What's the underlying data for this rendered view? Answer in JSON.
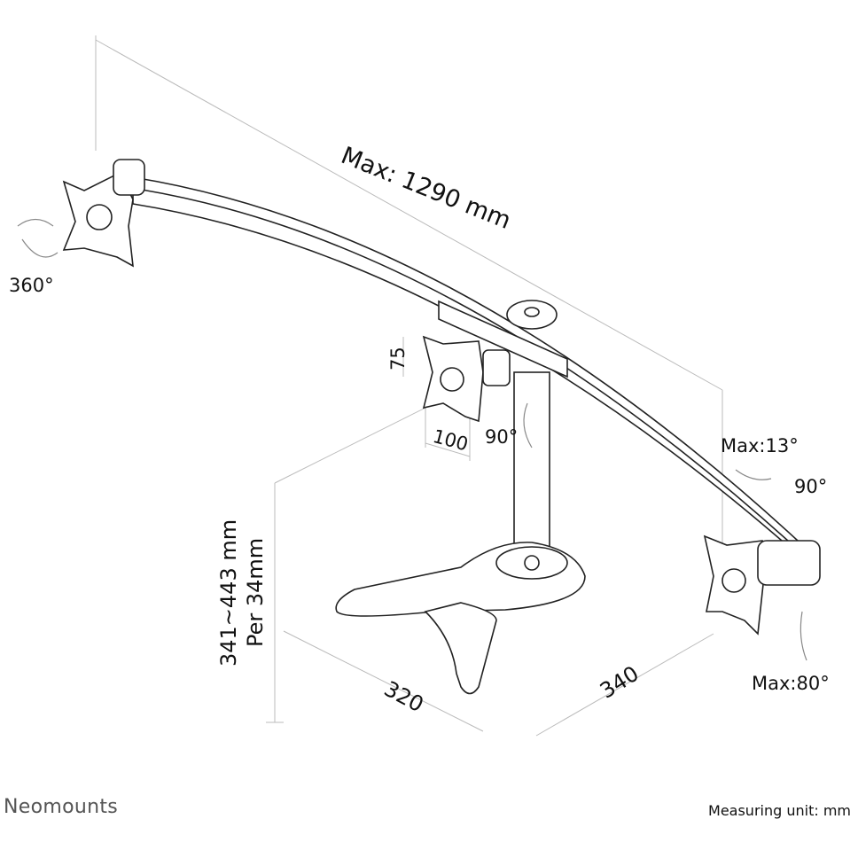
{
  "dimensions": {
    "max_width": "Max: 1290 mm",
    "rotation": "360°",
    "vesa_height": "75",
    "vesa_width": "100",
    "swivel_center": "90°",
    "tilt_up": "Max:13°",
    "swivel_right": "90°",
    "tilt_down": "Max:80°",
    "height_range": "341~443 mm",
    "height_step": "Per 34mm",
    "base_depth": "320",
    "base_width": "340"
  },
  "footer": {
    "brand": "Neomounts",
    "measuring_unit": "Measuring unit: mm"
  }
}
